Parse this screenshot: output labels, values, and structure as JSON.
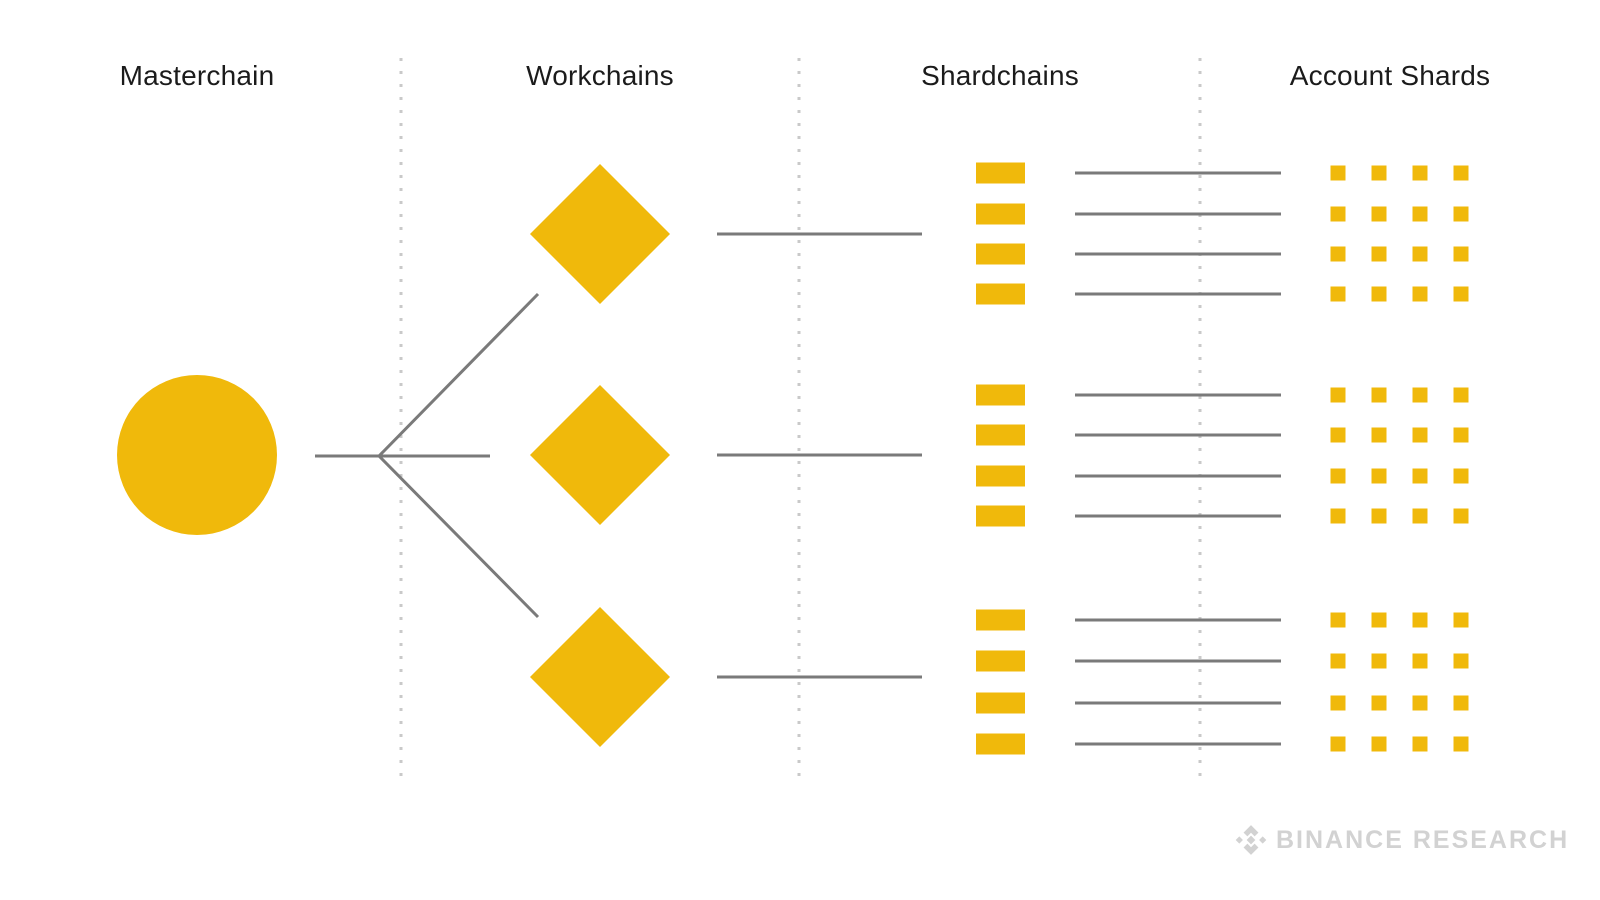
{
  "columns": [
    {
      "id": "masterchain",
      "label": "Masterchain"
    },
    {
      "id": "workchains",
      "label": "Workchains"
    },
    {
      "id": "shardchains",
      "label": "Shardchains"
    },
    {
      "id": "account-shards",
      "label": "Account Shards"
    }
  ],
  "diagram": {
    "masterchain": {
      "shape": "circle",
      "count": 1
    },
    "workchains": {
      "shape": "diamond",
      "count": 3
    },
    "shardchains": {
      "shape": "bar",
      "groups": 3,
      "bars_per_group": 4
    },
    "account_shards": {
      "shape": "square-grid",
      "grids": 3,
      "rows": 4,
      "cols": 4
    }
  },
  "colors": {
    "page_bg": "#ffffff",
    "accent": "#F0B90B",
    "connector": "#7a7a7a",
    "separator": "#c9c9c9",
    "label_text": "#1b1b1b",
    "brand": "#d2d2d2"
  },
  "footer": {
    "brand": "BINANCE RESEARCH",
    "icon": "binance-logo-icon"
  }
}
